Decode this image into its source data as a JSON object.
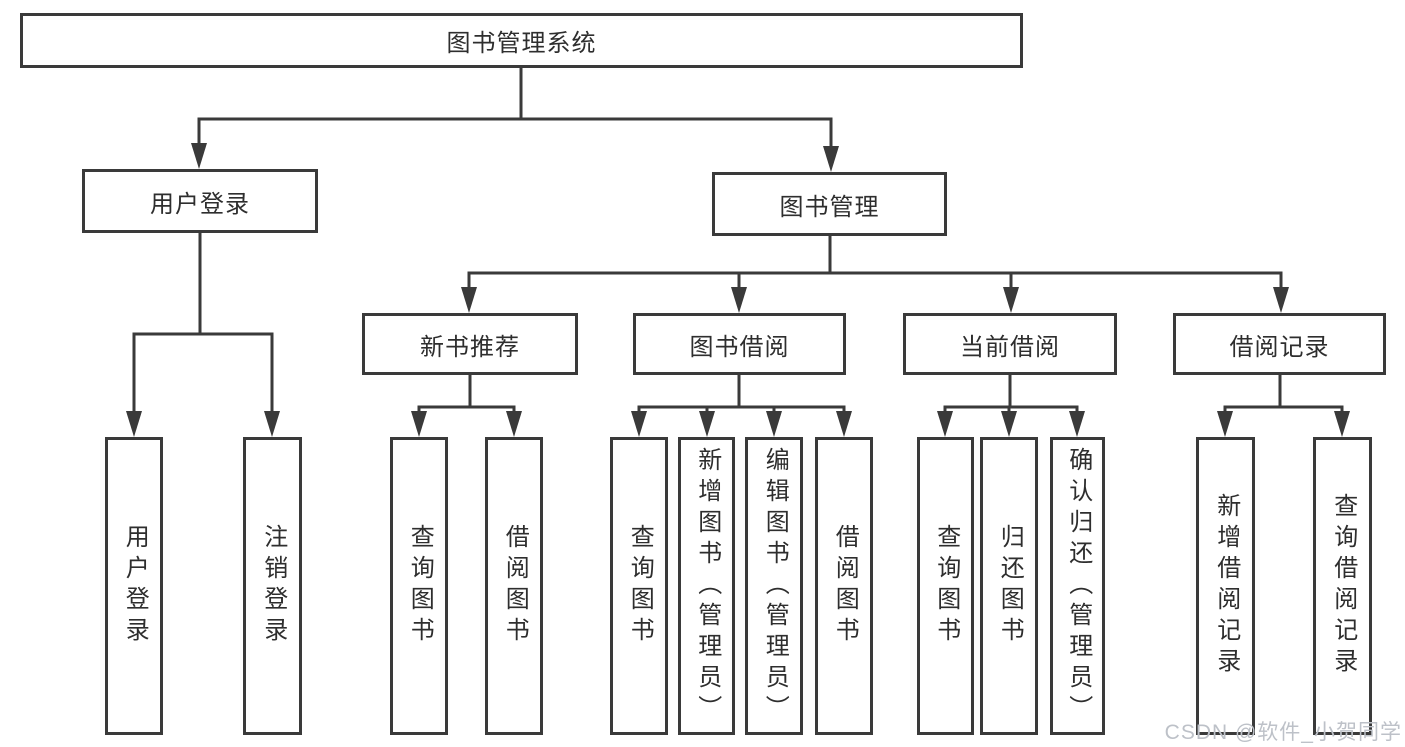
{
  "title": {
    "label": "图书管理系统"
  },
  "level2": [
    {
      "label": "用户登录"
    },
    {
      "label": "图书管理"
    }
  ],
  "level3": [
    {
      "label": "新书推荐"
    },
    {
      "label": "图书借阅"
    },
    {
      "label": "当前借阅"
    },
    {
      "label": "借阅记录"
    }
  ],
  "leaves": [
    {
      "label": "用户登录"
    },
    {
      "label": "注销登录"
    },
    {
      "label": "查询图书"
    },
    {
      "label": "借阅图书"
    },
    {
      "label": "查询图书"
    },
    {
      "label": "新增图书（管理员）"
    },
    {
      "label": "编辑图书（管理员）"
    },
    {
      "label": "借阅图书"
    },
    {
      "label": "查询图书"
    },
    {
      "label": "归还图书"
    },
    {
      "label": "确认归还（管理员）"
    },
    {
      "label": "新增借阅记录"
    },
    {
      "label": "查询借阅记录"
    }
  ],
  "watermark": {
    "text": "CSDN @软件_小贺同学"
  },
  "colors": {
    "line": "#3a3a3a",
    "text": "#2e2e2e",
    "watermark": "#bdc1c8",
    "background": "#ffffff"
  }
}
